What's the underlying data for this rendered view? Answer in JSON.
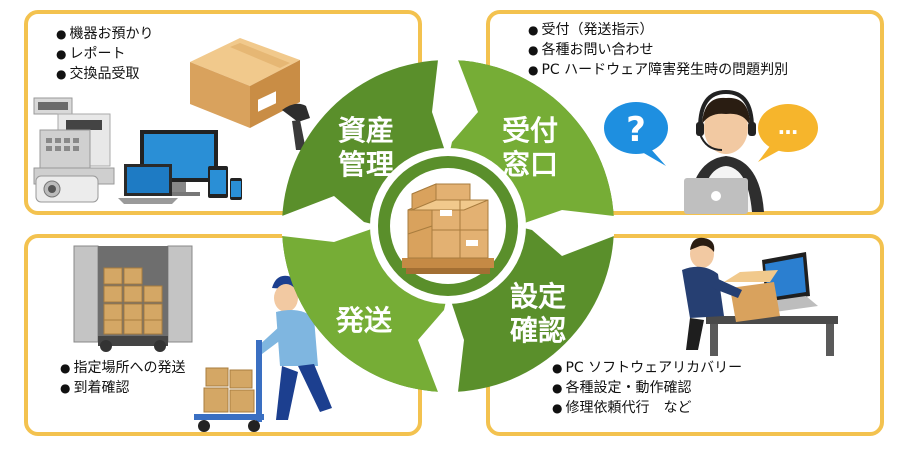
{
  "segments": {
    "asset": [
      "資産",
      "管理"
    ],
    "reception": [
      "受付",
      "窓口"
    ],
    "settings": [
      "設定",
      "確認"
    ],
    "shipping": [
      "発送"
    ]
  },
  "panels": {
    "top_left": [
      "機器お預かり",
      "レポート",
      "交換品受取"
    ],
    "top_right": [
      "受付（発送指示）",
      "各種お問い合わせ",
      "PC ハードウェア障害発生時の問題判別"
    ],
    "bottom_left": [
      "指定場所への発送",
      "到着確認"
    ],
    "bottom_right": [
      "PC ソフトウェアリカバリー",
      "各種設定・動作確認",
      "修理依頼代行　など"
    ]
  },
  "icons": {
    "question": "?",
    "chat": "…"
  },
  "colors": {
    "panel_border": "#f3c24f",
    "green_dark": "#5a8f2b",
    "green_light": "#76ad36",
    "white": "#ffffff"
  }
}
